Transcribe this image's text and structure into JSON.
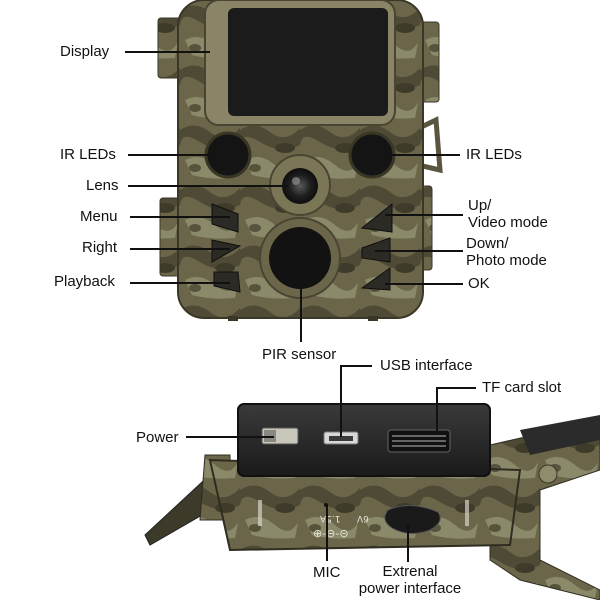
{
  "labels": {
    "display": "Display",
    "ir_leds_left": "IR LEDs",
    "ir_leds_right": "IR LEDs",
    "lens": "Lens",
    "menu": "Menu",
    "right": "Right",
    "playback": "Playback",
    "up_video_line1": "Up/",
    "up_video_line2": "Video mode",
    "down_photo_line1": "Down/",
    "down_photo_line2": "Photo mode",
    "ok": "OK",
    "pir_sensor": "PIR sensor",
    "usb_interface": "USB interface",
    "tf_card_slot": "TF card slot",
    "power": "Power",
    "mic": "MIC",
    "external_power_line1": "Extrenal",
    "external_power_line2": "power interface"
  },
  "device_print": {
    "voltage": "6V",
    "current": "1.5A"
  },
  "colors": {
    "camo_dark": "#4f4a35",
    "camo_mid": "#6b6649",
    "camo_light": "#8a8a6a",
    "screen": "#1b1b1b",
    "button": "#2c2a24"
  }
}
